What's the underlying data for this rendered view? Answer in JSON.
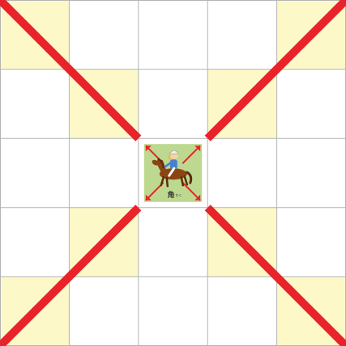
{
  "board": {
    "rows": 5,
    "cols": 5,
    "colors": {
      "empty": "#ffffff",
      "highlight": "#fdf8c8",
      "piece_square": "#bcd98f",
      "grid_line": "#b4b4b4",
      "move_line": "#e8232a"
    },
    "highlighted_cells": [
      [
        0,
        0
      ],
      [
        0,
        4
      ],
      [
        1,
        1
      ],
      [
        1,
        3
      ],
      [
        3,
        1
      ],
      [
        3,
        3
      ],
      [
        4,
        0
      ],
      [
        4,
        4
      ]
    ],
    "piece_cell": [
      2,
      2
    ]
  },
  "piece": {
    "label": "角",
    "label_small": "かく",
    "icon": "jockey-on-horse-icon",
    "arrow_color": "#e8232a",
    "colors": {
      "horse": "#8b4513",
      "horse_dark": "#5a2c0c",
      "rider_shirt": "#4a7fd0",
      "rider_skin": "#f6d2a8",
      "cap": "#f0f0f0",
      "hair": "#f2b23c"
    }
  },
  "moves": {
    "directions": [
      "up-left",
      "up-right",
      "down-left",
      "down-right"
    ]
  }
}
